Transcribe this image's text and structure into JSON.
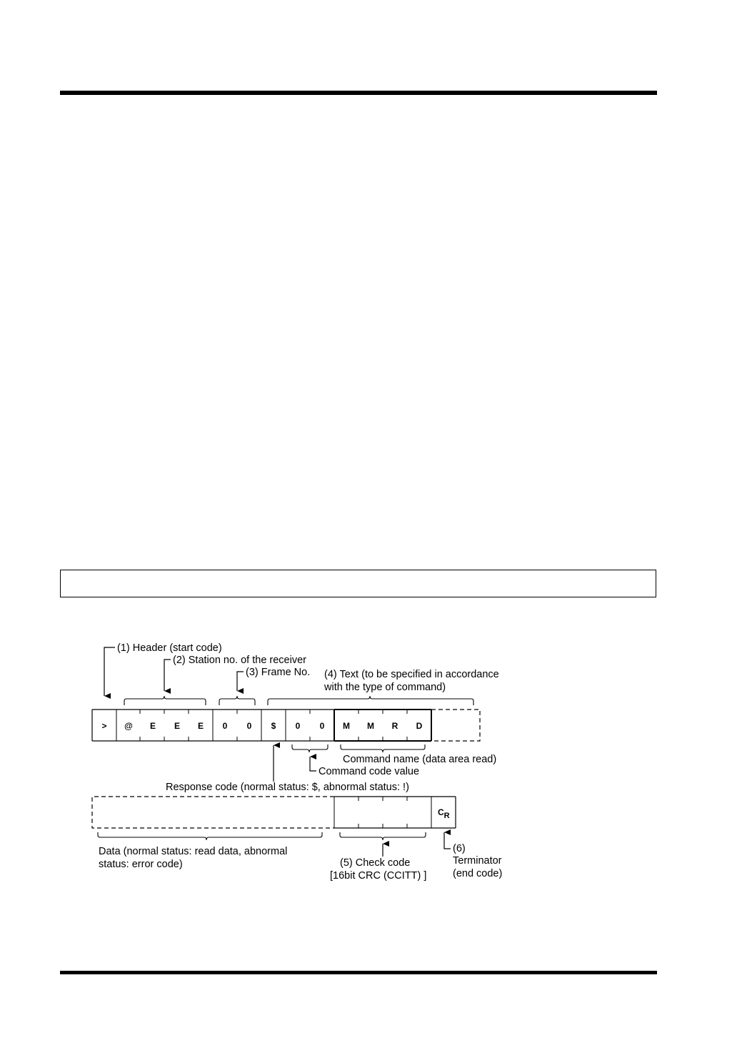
{
  "frame_row1": {
    "header": ">",
    "station": [
      "@",
      "E",
      "E",
      "E"
    ],
    "frame_no": [
      "0",
      "0"
    ],
    "response": "$",
    "command_code": [
      "0",
      "0"
    ],
    "command_name": [
      "M",
      "M",
      "R",
      "D"
    ]
  },
  "frame_row2": {
    "terminator_main": "C",
    "terminator_sub": "R"
  },
  "labels": {
    "header": "(1) Header (start code)",
    "station": "(2) Station no. of the receiver",
    "frame_no": "(3) Frame No.",
    "text_line1": "(4) Text (to be specified in accordance",
    "text_line2": "with the type of command)",
    "command_name": "Command name (data area read)",
    "command_code": "Command code value",
    "response_code": "Response code (normal status: $, abnormal status: !)",
    "data_line1": "Data (normal status: read data, abnormal",
    "data_line2": "status: error code)",
    "check_line1": "(5) Check code",
    "check_line2": "[16bit CRC (CCITT) ]",
    "term_line1": "(6)",
    "term_line2": "Terminator",
    "term_line3": "(end code)"
  }
}
